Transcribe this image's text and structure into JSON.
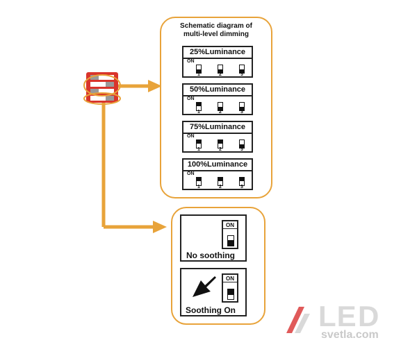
{
  "diagram_title_line1": "Schematic diagram of",
  "diagram_title_line2": "multi-level dimming",
  "levels": [
    {
      "label": "25%Luminance",
      "on": "ON",
      "switches": [
        "down",
        "down",
        "down"
      ]
    },
    {
      "label": "50%Luminance",
      "on": "ON",
      "switches": [
        "up",
        "down",
        "down"
      ]
    },
    {
      "label": "75%Luminance",
      "on": "ON",
      "switches": [
        "up",
        "up",
        "down"
      ]
    },
    {
      "label": "100%Luminance",
      "on": "ON",
      "switches": [
        "up",
        "up",
        "up"
      ]
    }
  ],
  "switch_numbers": [
    "1",
    "2",
    "3"
  ],
  "soothing": [
    {
      "label": "No soothing",
      "on": "ON",
      "state": "down"
    },
    {
      "label": "Soothing On",
      "on": "ON",
      "state": "up"
    }
  ],
  "logo": {
    "le": "LE",
    "d": "D",
    "url": "svetla.com"
  },
  "colors": {
    "accent": "#e8a33a",
    "dip_red": "#d9342b"
  }
}
